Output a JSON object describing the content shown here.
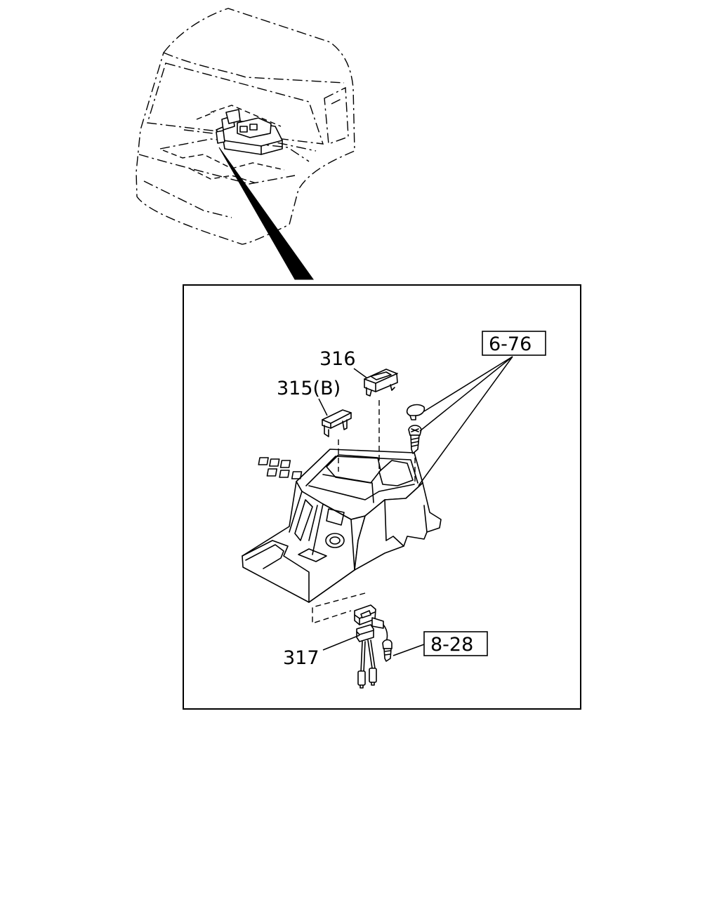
{
  "diagram": {
    "callouts": {
      "part_316": "316",
      "part_315b": "315(B)",
      "part_317": "317"
    },
    "references": {
      "ref_6_76": "6-76",
      "ref_8_28": "8-28"
    }
  }
}
